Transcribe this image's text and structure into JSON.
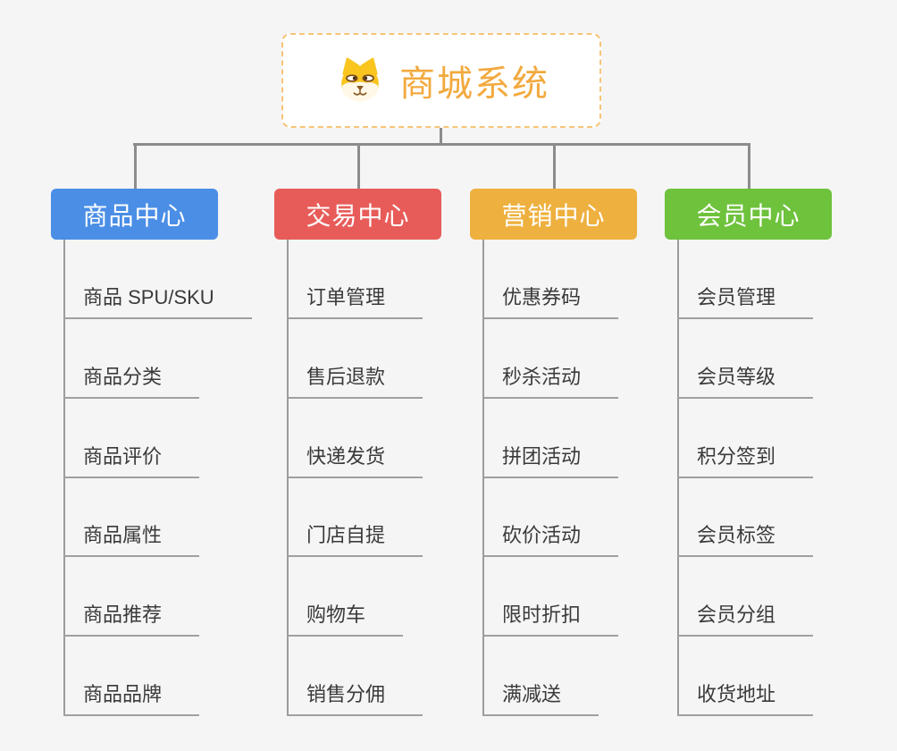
{
  "root": {
    "title": "商城系统",
    "icon": "dog-icon",
    "accent_color": "#F2A93E",
    "border_color": "#F6C478"
  },
  "connector_color": "#8C8C8C",
  "branches": [
    {
      "label": "商品中心",
      "color": "#4A8EE6",
      "items": [
        "商品 SPU/SKU",
        "商品分类",
        "商品评价",
        "商品属性",
        "商品推荐",
        "商品品牌"
      ]
    },
    {
      "label": "交易中心",
      "color": "#E75C59",
      "items": [
        "订单管理",
        "售后退款",
        "快递发货",
        "门店自提",
        "购物车",
        "销售分佣"
      ]
    },
    {
      "label": "营销中心",
      "color": "#EEB03E",
      "items": [
        "优惠券码",
        "秒杀活动",
        "拼团活动",
        "砍价活动",
        "限时折扣",
        "满减送"
      ]
    },
    {
      "label": "会员中心",
      "color": "#6EC23C",
      "items": [
        "会员管理",
        "会员等级",
        "积分签到",
        "会员标签",
        "会员分组",
        "收货地址"
      ]
    }
  ]
}
